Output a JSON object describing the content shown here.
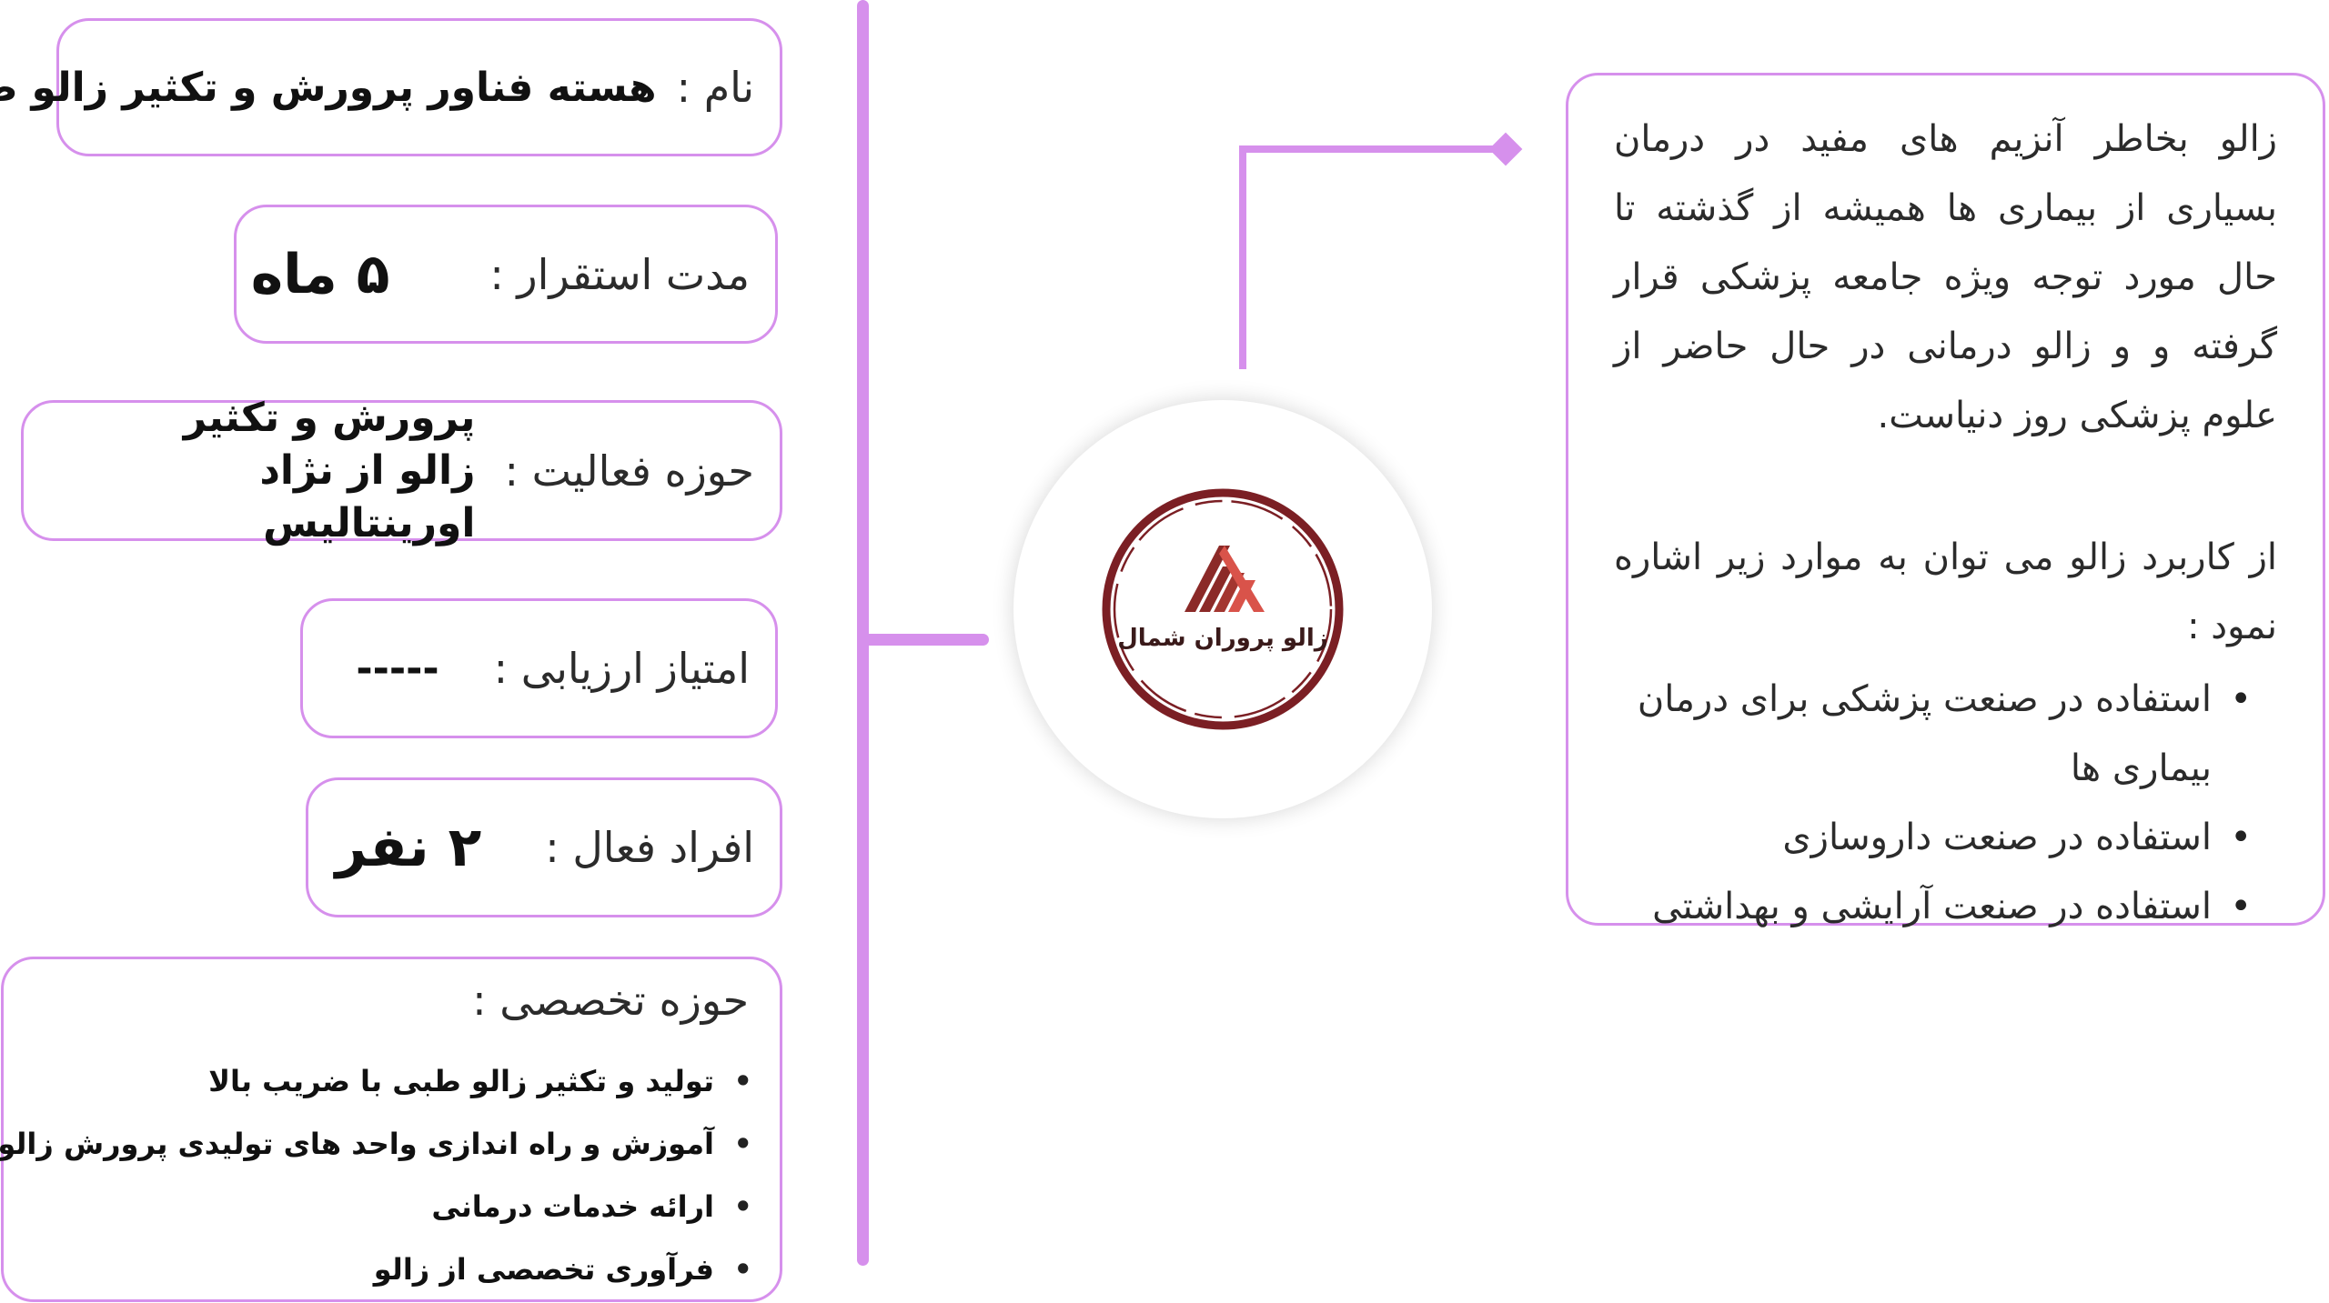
{
  "boxes": {
    "name": {
      "label": "نام :",
      "value": "هسته فناور پرورش و تکثیر زالو طبی"
    },
    "duration": {
      "label": "مدت استقرار :",
      "value": "۵ ماه"
    },
    "field": {
      "label": "حوزه فعالیت :",
      "value": "پرورش و تکثیر زالو از نژاد اورینتالیس"
    },
    "score": {
      "label": "امتیاز ارزیابی :",
      "value": "-----"
    },
    "members": {
      "label": "افراد فعال :",
      "value": "۲ نفر"
    },
    "specialty": {
      "title": "حوزه تخصصی :",
      "items": [
        "تولید و تکثیر زالو طبی با ضریب بالا",
        "آموزش و راه اندازی واحد های تولیدی پرورش زالو",
        "ارائه خدمات درمانی",
        "فرآوری تخصصی از زالو"
      ]
    }
  },
  "logo": {
    "text": "زالو پروران شمال",
    "colors": {
      "ring": "#7b1f24",
      "mark_dark": "#8b2a28",
      "mark_light": "#d9534a"
    }
  },
  "description": {
    "paragraph1": "زالو بخاطر آنزیم های مفید در درمان بسیاری از بیماری ها همیشه از گذشته تا حال مورد توجه ویژه جامعه پزشکی قرار گرفته و و زالو درمانی در حال حاضر از علوم پزشکی روز دنیاست.",
    "paragraph2": "از کاربرد زالو می توان به موارد زیر اشاره نمود :",
    "items": [
      "استفاده در صنعت پزشکی برای درمان بیماری ها",
      "استفاده در صنعت داروسازی",
      "استفاده در صنعت آرایشی و بهداشتی"
    ]
  },
  "colors": {
    "accent": "#d690ec",
    "text": "#2b2b2b"
  }
}
